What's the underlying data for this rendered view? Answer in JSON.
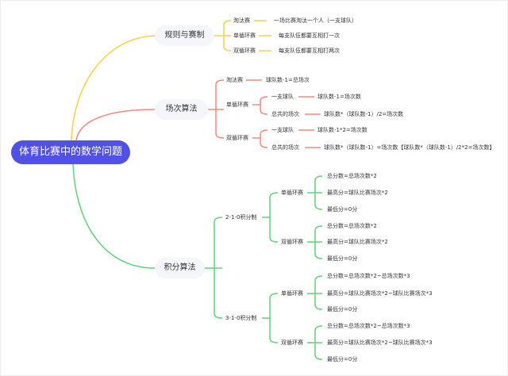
{
  "root": {
    "label": "体育比赛中的数学问题",
    "color": "#5151e8"
  },
  "branches": [
    {
      "label": "规则与赛制",
      "color": "#f5cf4a",
      "children": [
        {
          "label": "淘汰赛",
          "detail": "一场比赛淘汰一个人（一支球队）"
        },
        {
          "label": "单循环赛",
          "detail": "每支队伍都要互相打一次"
        },
        {
          "label": "双循环赛",
          "detail": "每支队伍都要互相打两次"
        }
      ]
    },
    {
      "label": "场次算法",
      "color": "#ef8a7e",
      "children": [
        {
          "label": "淘汰赛",
          "detail": "球队数-1=总场次"
        },
        {
          "label": "单循环赛",
          "children": [
            {
              "label": "一支球队",
              "detail": "球队数-1=场次数"
            },
            {
              "label": "总共的场次",
              "detail": "球队数*（球队数-1）/2=场次数"
            }
          ]
        },
        {
          "label": "双循环赛",
          "children": [
            {
              "label": "一支球队",
              "detail": "球队数-1*2=场次数"
            },
            {
              "label": "总共的场次",
              "detail": "球队数*（球队数-1）=场次数【球队数*（球队数-1）/2*2=场次数】"
            }
          ]
        }
      ]
    },
    {
      "label": "积分算法",
      "color": "#5fd27a",
      "children": [
        {
          "label": "2-1-0积分制",
          "children": [
            {
              "label": "单循环赛",
              "items": [
                "总分数=总场次数*2",
                "最高分=球队比赛场次*2",
                "最低分=0分"
              ]
            },
            {
              "label": "双循环赛",
              "items": [
                "总分数=总场次数*2",
                "最高分=球队比赛场次*2",
                "最低分=0分"
              ]
            }
          ]
        },
        {
          "label": "3-1-0积分制",
          "children": [
            {
              "label": "单循环赛",
              "items": [
                "总分数=总场次数*2~总场次数*3",
                "最高分=球队比赛场次*2~球队比赛场次*3",
                "最低分=0分"
              ]
            },
            {
              "label": "双循环赛",
              "items": [
                "总分数=总场次数*2~总场次数*3",
                "最高分=球队比赛场次*2~球队比赛场次*3",
                "最低分=0分"
              ]
            }
          ]
        }
      ]
    }
  ]
}
